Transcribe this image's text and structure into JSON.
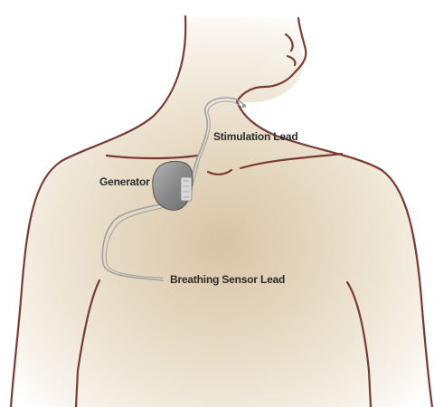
{
  "labels": {
    "stimulation_lead": "Stimulation Lead",
    "generator": "Generator",
    "breathing_sensor_lead": "Breathing Sensor Lead"
  },
  "colors": {
    "outline": "#7a3b34",
    "skin_center": "#dccbb0",
    "skin_edge": "#ffffff",
    "device": "#8e8e8e",
    "lead": "#9ea0a2"
  }
}
